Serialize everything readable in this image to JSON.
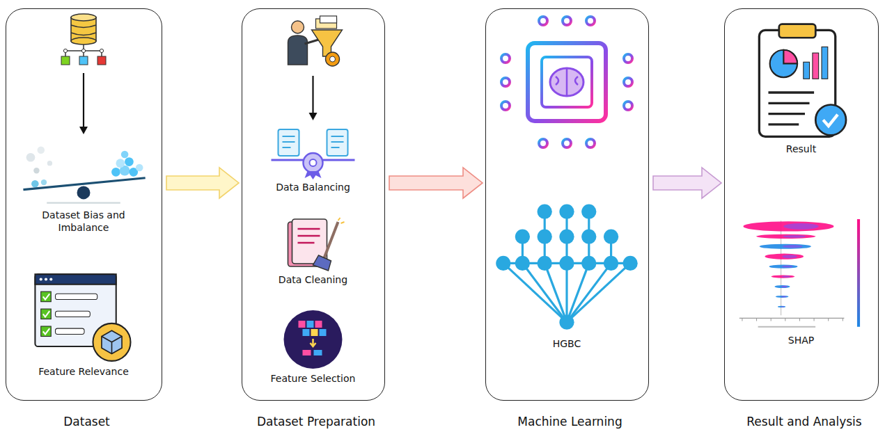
{
  "diagram": {
    "nodes": [
      {
        "text": [
          "Dataset"
        ]
      },
      {
        "text": [
          "Dataset Bias and Imbalance"
        ],
        "in": 0
      },
      {
        "text": [
          "Feature Relevance"
        ],
        "in": 0
      },
      {
        "text": [
          "Dataset Preparation"
        ]
      },
      {
        "text": [
          "Data Balancing"
        ],
        "in": 3
      },
      {
        "text": [
          "Data Cleaning"
        ],
        "in": 3
      },
      {
        "text": [
          "Feature Selection"
        ],
        "in": 3
      },
      {
        "text": [
          "Machine Learning"
        ]
      },
      {
        "text": [
          "HGBC"
        ],
        "in": 7
      },
      {
        "text": [
          "Result and Analysis"
        ]
      },
      {
        "text": [
          "Result"
        ],
        "in": 9
      },
      {
        "text": [
          "SHAP"
        ],
        "in": 9
      }
    ],
    "edges": [
      {
        "from": 1,
        "to": 2,
        "arrow": "to"
      },
      {
        "from": 4,
        "to": 5,
        "arrow": "to"
      },
      {
        "from": 5,
        "to": 6,
        "arrow": "to"
      },
      {
        "from": 0,
        "to": 3,
        "arrow": "to"
      },
      {
        "from": 3,
        "to": 7,
        "arrow": "to"
      },
      {
        "from": 7,
        "to": 9,
        "arrow": "to"
      }
    ]
  }
}
